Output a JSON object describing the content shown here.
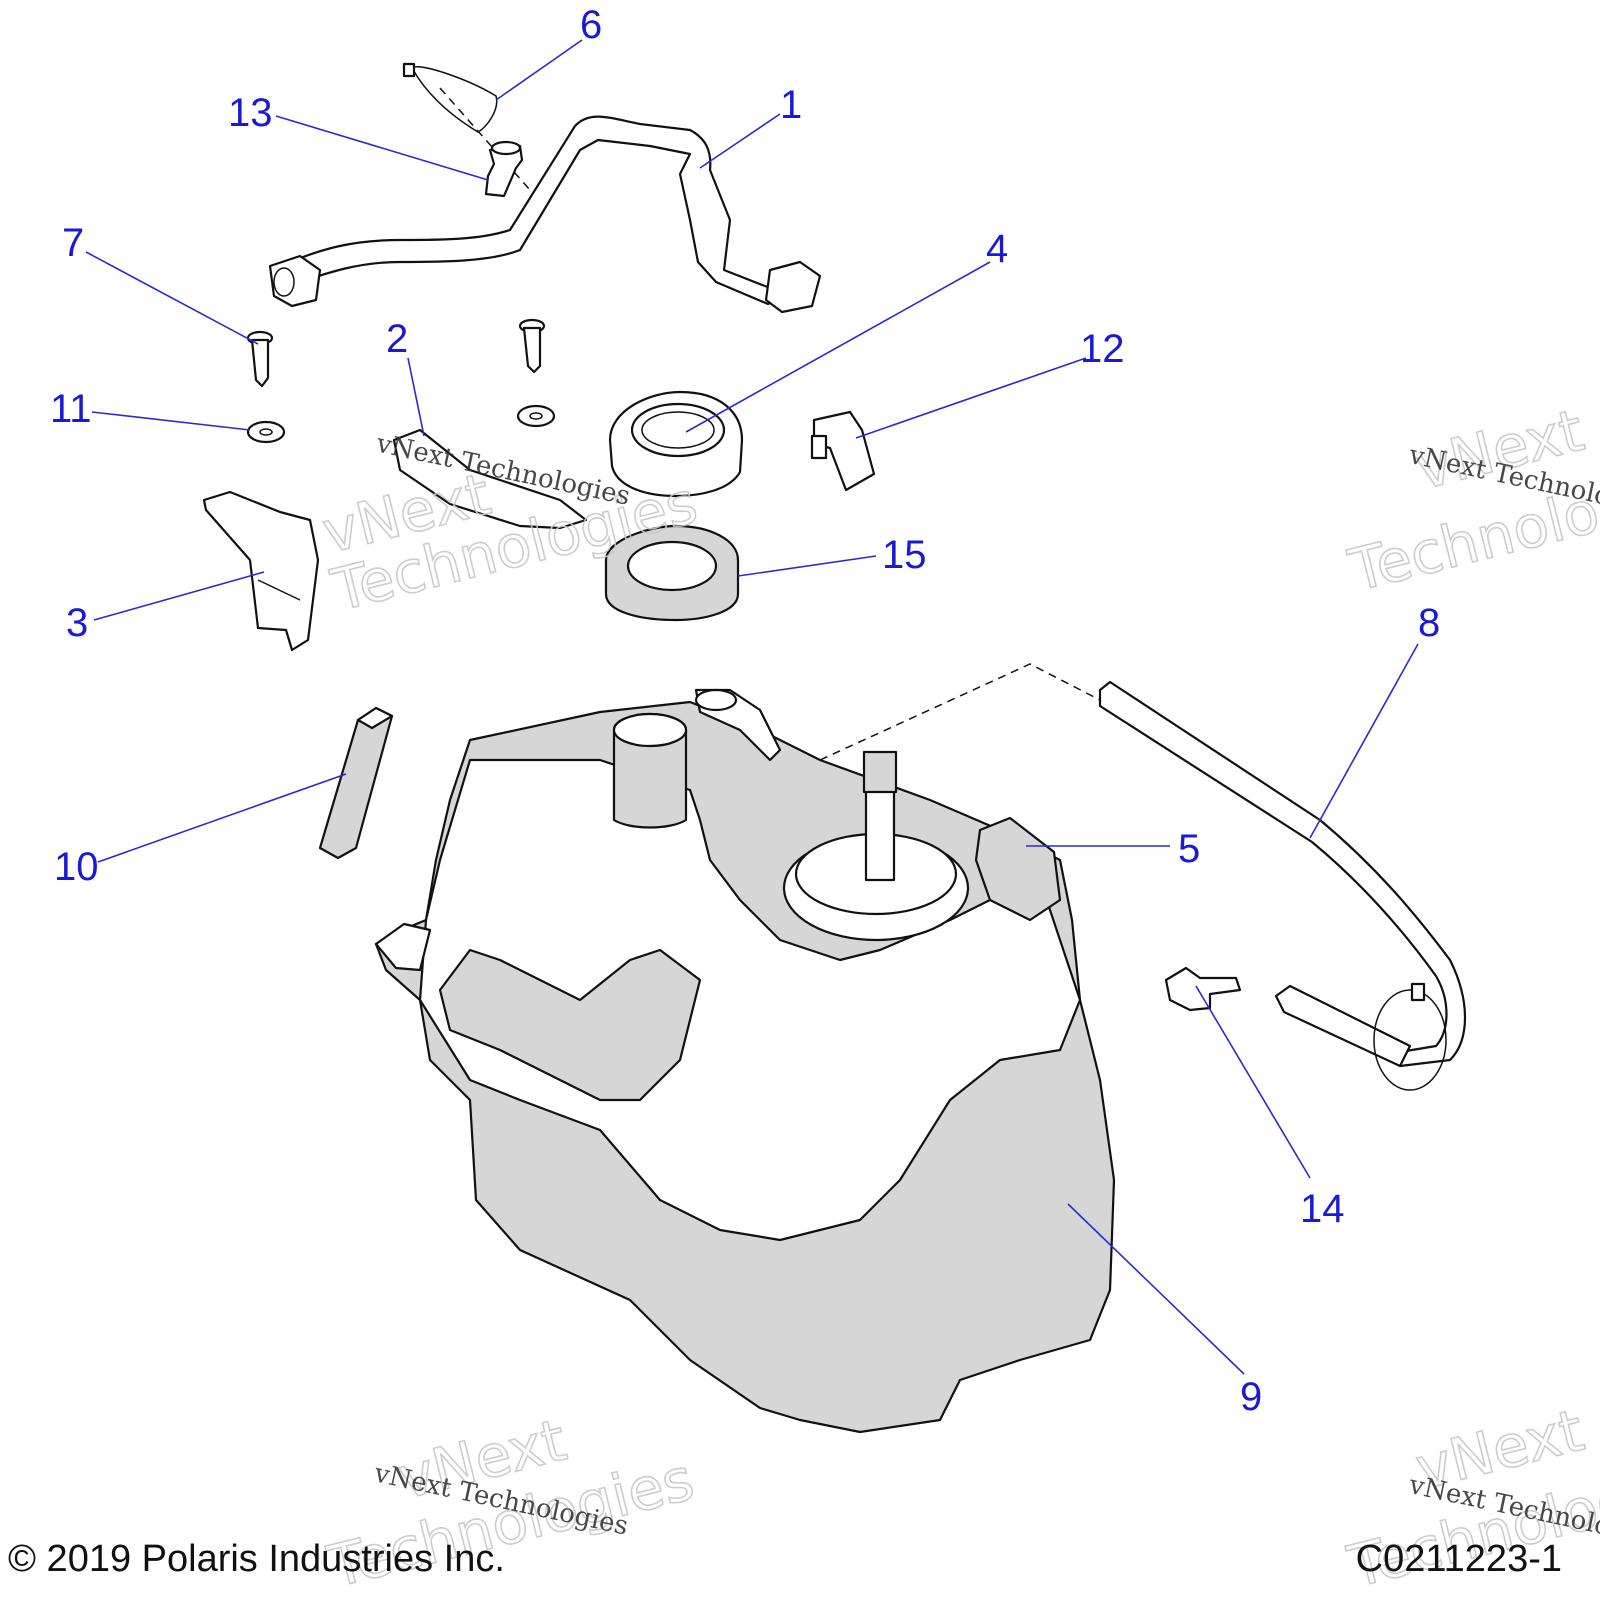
{
  "callouts": [
    {
      "id": "1",
      "label": "1"
    },
    {
      "id": "2",
      "label": "2"
    },
    {
      "id": "3",
      "label": "3"
    },
    {
      "id": "4",
      "label": "4"
    },
    {
      "id": "5",
      "label": "5"
    },
    {
      "id": "6",
      "label": "6"
    },
    {
      "id": "7",
      "label": "7"
    },
    {
      "id": "8",
      "label": "8"
    },
    {
      "id": "9",
      "label": "9"
    },
    {
      "id": "10",
      "label": "10"
    },
    {
      "id": "11",
      "label": "11"
    },
    {
      "id": "12",
      "label": "12"
    },
    {
      "id": "13",
      "label": "13"
    },
    {
      "id": "14",
      "label": "14"
    },
    {
      "id": "15",
      "label": "15"
    }
  ],
  "watermark": {
    "caption": "vNext Technologies",
    "outline_line1": "vNext",
    "outline_line2": "Technologies"
  },
  "footer": {
    "copyright": "© 2019 Polaris Industries Inc.",
    "drawing_number": "C0211223-1"
  },
  "colors": {
    "callout": "#1a1ad6",
    "part_fill": "#d6d6d6"
  }
}
